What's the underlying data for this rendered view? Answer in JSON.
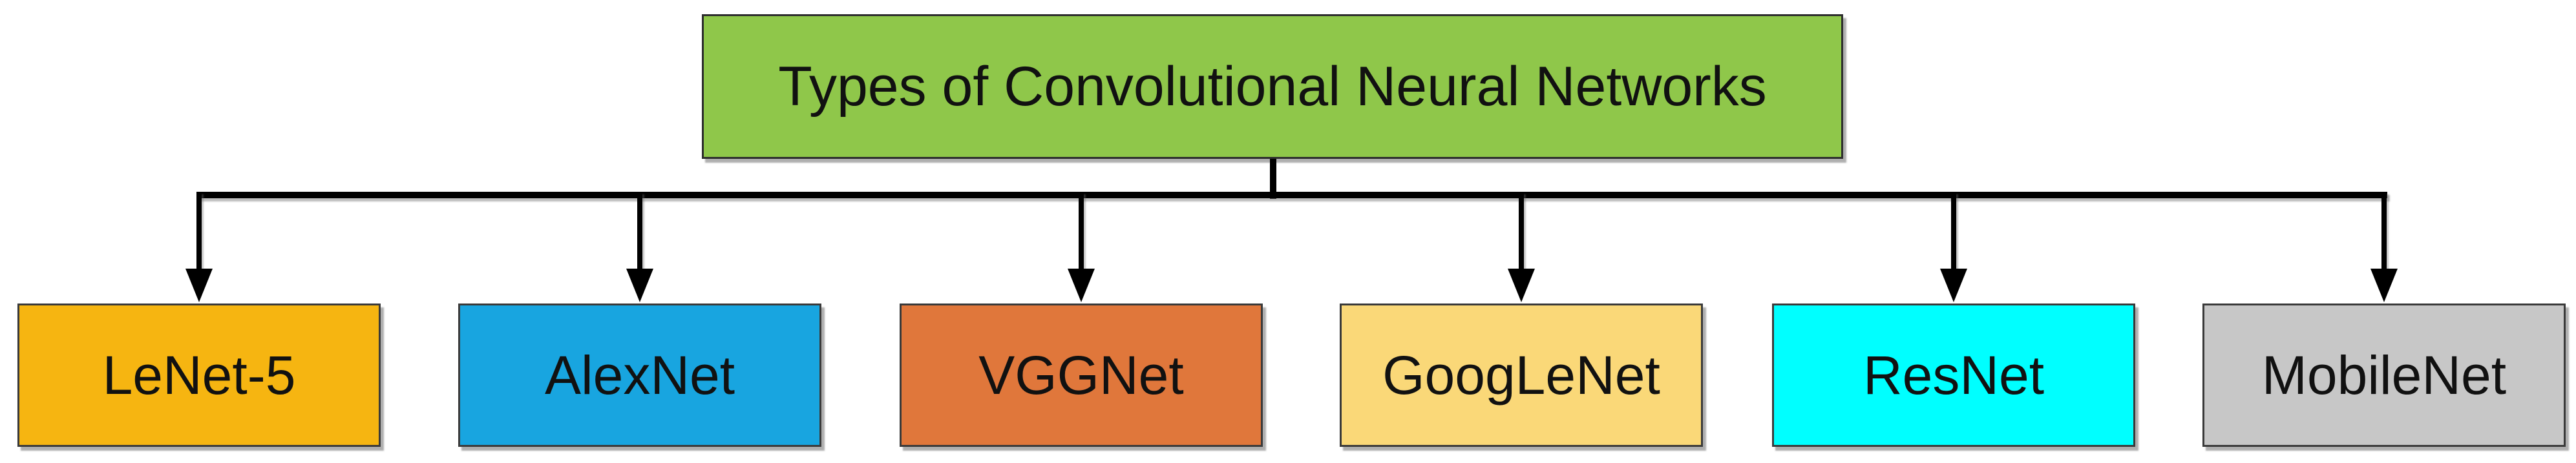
{
  "title": {
    "label": "Types of Convolutional Neural Networks",
    "bg": "#8FC74A"
  },
  "children": [
    {
      "label": "LeNet-5",
      "bg": "#F6B511"
    },
    {
      "label": "AlexNet",
      "bg": "#18A5E0"
    },
    {
      "label": "VGGNet",
      "bg": "#E0773B"
    },
    {
      "label": "GoogLeNet",
      "bg": "#FAD878"
    },
    {
      "label": "ResNet",
      "bg": "#00FFFF"
    },
    {
      "label": "MobileNet",
      "bg": "#C7C7C7"
    }
  ],
  "colors": {
    "line": "#000000",
    "border": "#3A3A3A",
    "text": "#111111"
  }
}
